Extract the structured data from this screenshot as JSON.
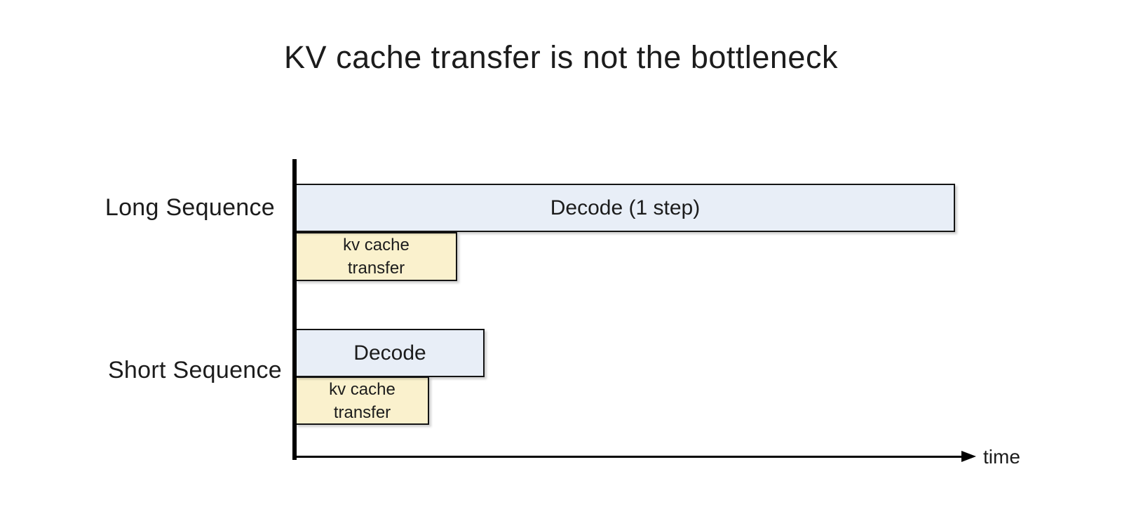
{
  "title": "KV cache transfer is not the bottleneck",
  "axis": {
    "time_label": "time"
  },
  "rows": [
    {
      "label": "Long Sequence",
      "bars": [
        {
          "name": "decode",
          "label": "Decode (1 step)",
          "relative_length": 1.0
        },
        {
          "name": "kv-cache-transfer",
          "label": "kv cache\ntransfer",
          "relative_length": 0.24
        }
      ]
    },
    {
      "label": "Short Sequence",
      "bars": [
        {
          "name": "decode",
          "label": "Decode",
          "relative_length": 0.29
        },
        {
          "name": "kv-cache-transfer",
          "label": "kv cache\ntransfer",
          "relative_length": 0.2
        }
      ]
    }
  ],
  "colors": {
    "decode_fill": "#e8eef7",
    "kv_fill": "#faf1cd",
    "border": "#141414",
    "axis": "#000000",
    "text": "#1c1c1c"
  },
  "chart_data": {
    "type": "bar",
    "orientation": "horizontal",
    "title": "KV cache transfer is not the bottleneck",
    "xlabel": "time",
    "ylabel": "",
    "categories": [
      "Long Sequence",
      "Short Sequence"
    ],
    "series": [
      {
        "name": "Decode",
        "values": [
          1.0,
          0.29
        ],
        "color": "#e8eef7"
      },
      {
        "name": "kv cache transfer",
        "values": [
          0.24,
          0.2
        ],
        "color": "#faf1cd"
      }
    ],
    "value_units": "relative time (Long Sequence decode step = 1.0)",
    "axis_ticks": "none",
    "grid": false,
    "legend": "none (labels drawn inside bars)"
  }
}
